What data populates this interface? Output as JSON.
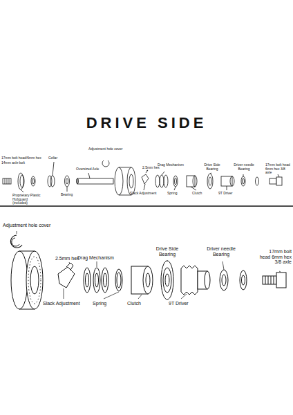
{
  "diagram": {
    "title": "DRIVE SIDE",
    "labels": [
      "17mm bolt head/6mm hex",
      "14mm axle bolt",
      "Proprietary Plastic Hubguard (included)",
      "Collar",
      "Bearing",
      "Oversized Axle",
      "Adjustment hole cover",
      "2.5mm hex",
      "Drag Mechanism",
      "Slack Adjustment",
      "Spring",
      "Drive Side Bearing",
      "Clutch",
      "Driver needle Bearing",
      "9T Driver",
      "17mm bolt head 6mm hex 3/8 axle",
      "Adjustment hole cover",
      "2.5mm hex",
      "Drag Mechanism",
      "Slack Adjustment",
      "Spring",
      "Clutch",
      "Drive Side Bearing",
      "9T Driver",
      "Driver needle Bearing",
      "17mm bolt head 6mm hex 3/8 axle"
    ]
  }
}
